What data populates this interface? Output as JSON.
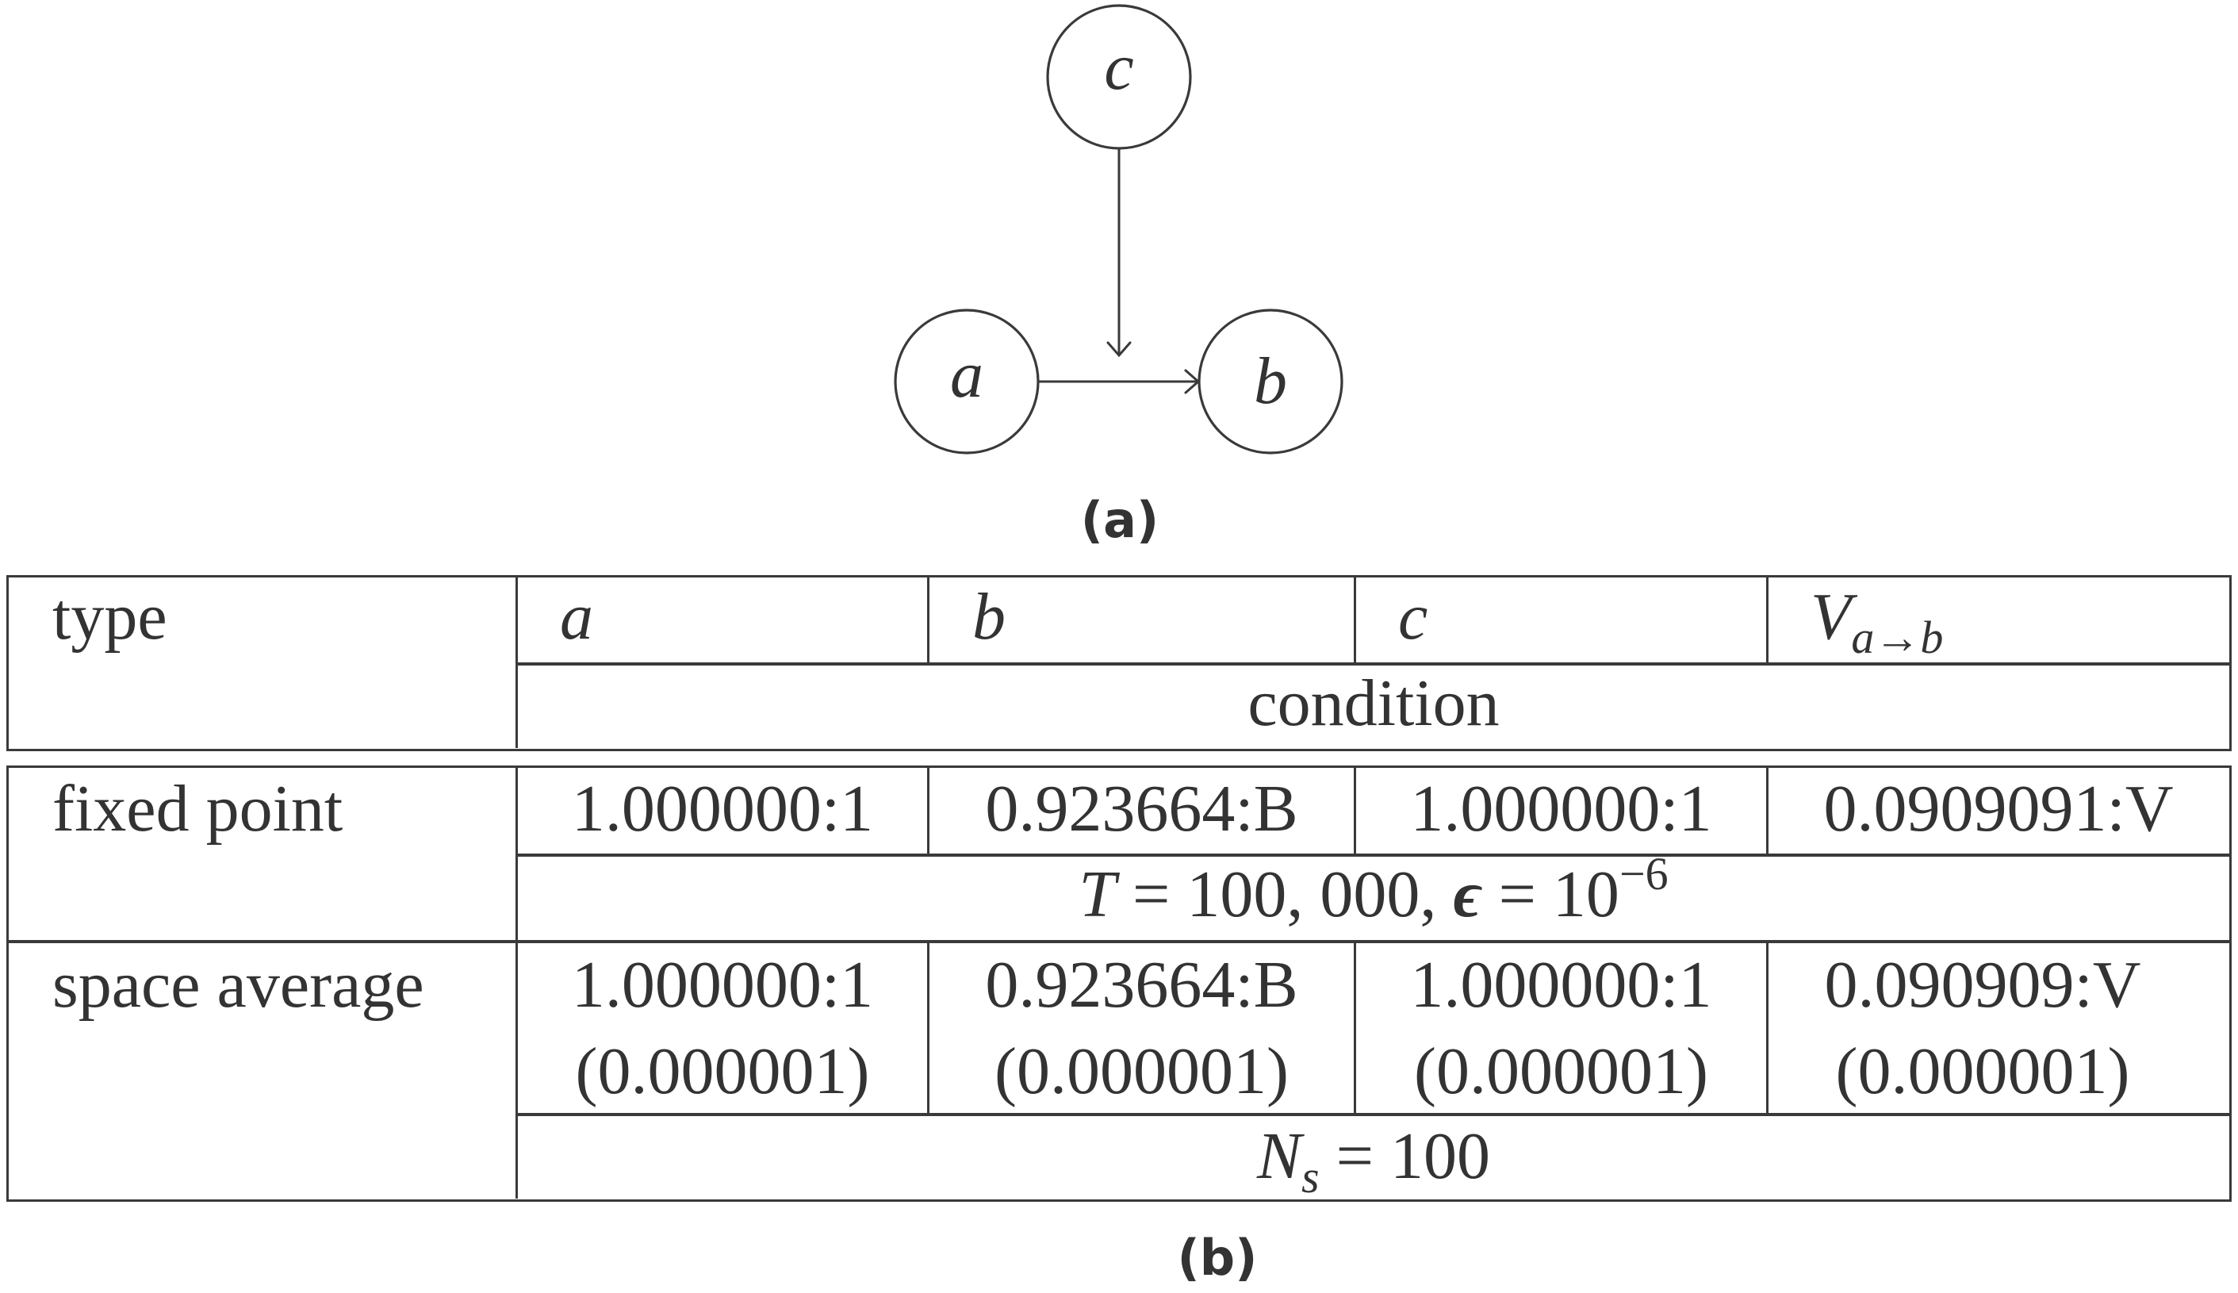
{
  "figure_a": {
    "caption": "(a)",
    "nodes": [
      {
        "id": "c",
        "label": "c"
      },
      {
        "id": "a",
        "label": "a"
      },
      {
        "id": "b",
        "label": "b"
      }
    ],
    "edges": [
      {
        "from": "a",
        "to": "b"
      },
      {
        "from": "c",
        "to": "a→b edge"
      }
    ]
  },
  "figure_b": {
    "caption": "(b)",
    "header": {
      "type_label": "type",
      "columns": [
        "a",
        "b",
        "c"
      ],
      "v_column": {
        "base": "V",
        "subscript": "a→b"
      },
      "condition_label": "condition"
    },
    "rows": [
      {
        "type": "fixed point",
        "values": [
          "1.000000:1",
          "0.923664:B",
          "1.000000:1",
          "0.0909091:V"
        ],
        "condition": {
          "T_label": "T",
          "T_value": "= 100, 000,",
          "eps_label": "ϵ",
          "eps_value": "= 10",
          "eps_exponent": "−6"
        }
      },
      {
        "type": "space average",
        "values": [
          "1.000000:1",
          "0.923664:B",
          "1.000000:1",
          "0.090909:V"
        ],
        "std": [
          "(0.000001)",
          "(0.000001)",
          "(0.000001)",
          "(0.000001)"
        ],
        "condition": {
          "N_label": "N",
          "N_subscript": "s",
          "N_value": "= 100"
        }
      }
    ]
  }
}
